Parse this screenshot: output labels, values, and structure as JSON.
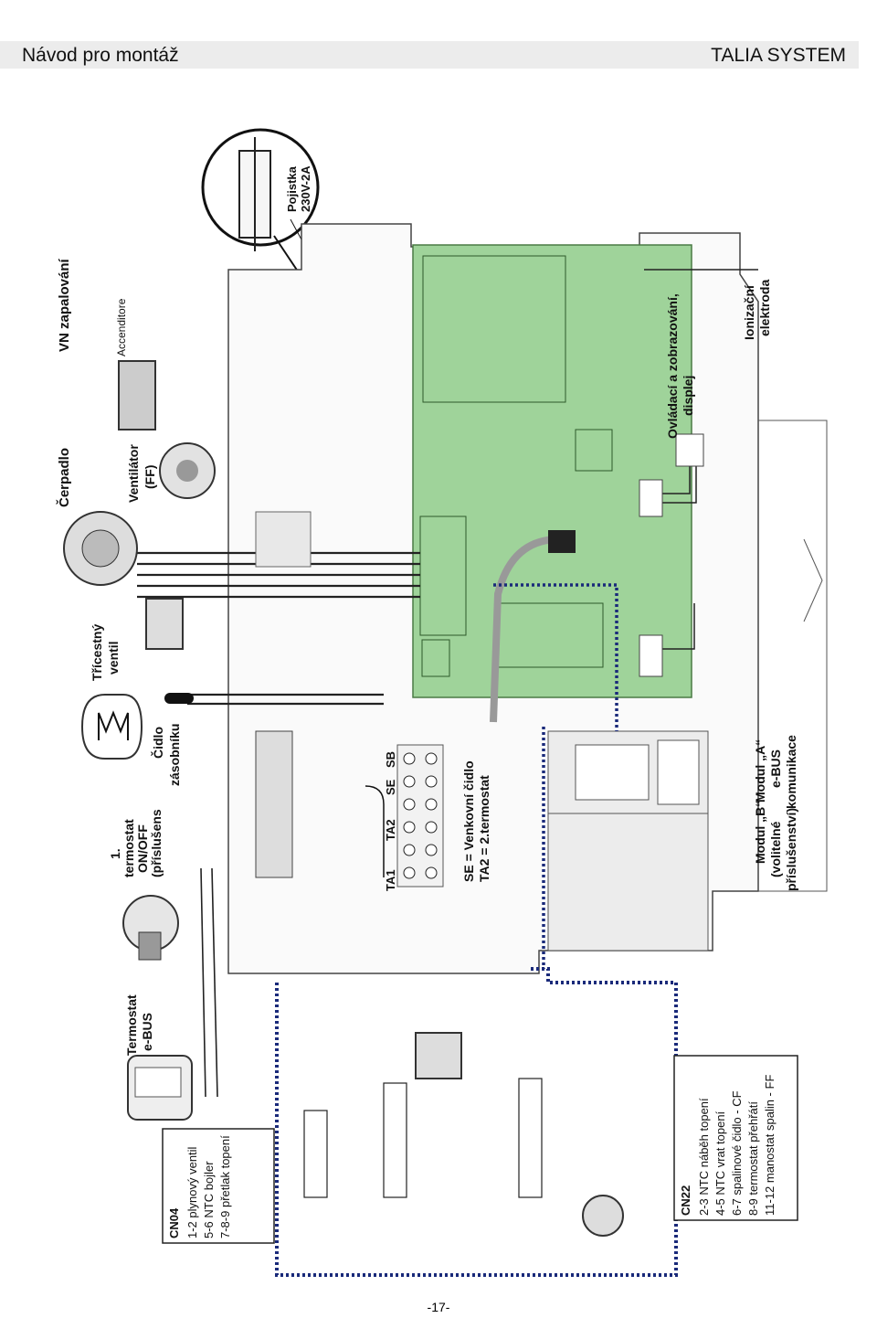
{
  "header": {
    "left": "Návod pro montáž",
    "right": "TALIA SYSTEM"
  },
  "labels": {
    "vn": "VN zapalování",
    "cerpadlo": "Čerpadlo",
    "ventilator1": "Ventilátor",
    "ventilator2": "(FF)",
    "tricestny1": "Třícestný",
    "tricestny2": "ventil",
    "cidlo1": "Čidlo",
    "cidlo2": "zásobníku",
    "term1a": "1.",
    "term1b": "termostat",
    "term1c": "ON/OFF",
    "term1d": "(příslušens",
    "termbus1": "Termostat",
    "termbus2": "e-BUS",
    "se": "SE = Venkovní čidlo",
    "ta2": "TA2 = 2.termostat",
    "modb1": "Modul „B“",
    "modb2": "(volitelné",
    "modb3": "příslušenství)",
    "moda1": "Modul „A“",
    "moda2": "e-BUS",
    "moda3": "komunikace",
    "ovl1": "Ovládací a zobrazování,",
    "ovl2": "displej",
    "ion1": "Ionizační",
    "ion2": "elektroda",
    "pojistka1": "Pojistka",
    "pojistka2": "230V-2A",
    "accenditore": "Accenditore"
  },
  "cn04_box": {
    "title": "CN04",
    "rows": [
      "1-2     plynový ventil",
      "5-6     NTC bojler",
      "7-8-9 přetlak topení"
    ]
  },
  "cn22_box": {
    "title": "CN22",
    "rows": [
      "2-3     NTC náběh topení",
      "4-5     NTC vrat topení",
      "6-7     spalinové čidlo - CF",
      "8-9     termostat přehřátí",
      "11-12 manostat spalin - FF"
    ]
  },
  "terminals": [
    "TA1",
    "TA2",
    "SE",
    "SB"
  ],
  "footer": "-17-"
}
